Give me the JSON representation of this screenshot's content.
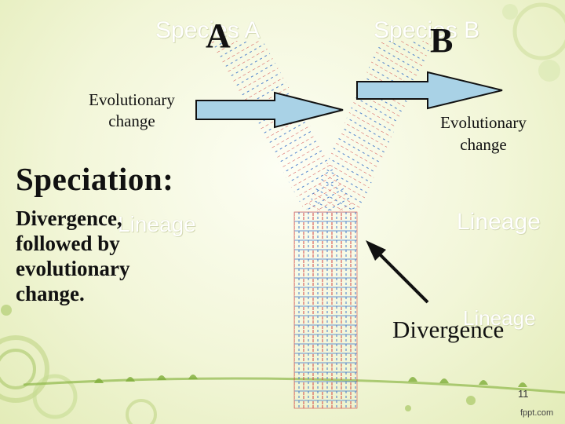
{
  "slide": {
    "ghost_labels": {
      "species_a": "Species A",
      "species_b": "Species B",
      "lineage_right": "Lineage",
      "lineage_left": "Lineage",
      "lineage_bottom": "Lineage"
    },
    "label_a": "A",
    "label_b": "B",
    "evolutionary_change_left": [
      "Evolutionary",
      "change"
    ],
    "evolutionary_change_right": [
      "Evolutionary",
      "change"
    ],
    "speciation_title": "Speciation:",
    "speciation_body": [
      "Divergence,",
      "followed by",
      "evolutionary",
      "change."
    ],
    "divergence_label": "Divergence",
    "page_number": "11",
    "watermark": "fppt.com"
  },
  "colors": {
    "arrow_fill": "#a9d2e6",
    "arrow_stroke": "#111111",
    "branch_red": "#d23b3b",
    "branch_blue": "#3a73c9",
    "trunk_fill": "#e8f0d0"
  }
}
